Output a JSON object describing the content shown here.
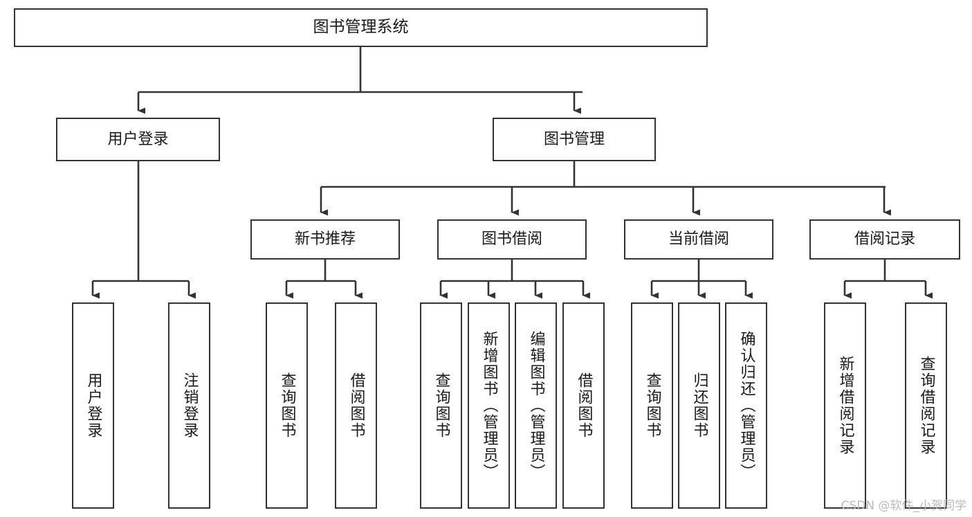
{
  "diagram": {
    "type": "hierarchy-tree",
    "title": "图书管理系统",
    "stroke_color": "#333333",
    "fill_color": "#ffffff",
    "text_color": "#1a1a1a",
    "root": {
      "id": "root",
      "label": "图书管理系统"
    },
    "level2": [
      {
        "id": "user-login",
        "label": "用户登录"
      },
      {
        "id": "book-management",
        "label": "图书管理"
      }
    ],
    "level3": [
      {
        "id": "new-book-recommend",
        "label": "新书推荐",
        "parent": "book-management"
      },
      {
        "id": "book-borrow",
        "label": "图书借阅",
        "parent": "book-management"
      },
      {
        "id": "current-borrow",
        "label": "当前借阅",
        "parent": "book-management"
      },
      {
        "id": "borrow-record",
        "label": "借阅记录",
        "parent": "book-management"
      }
    ],
    "leaves": [
      {
        "id": "leaf-user-login",
        "label": "用户登录",
        "parent": "user-login"
      },
      {
        "id": "leaf-logout",
        "label": "注销登录",
        "parent": "user-login"
      },
      {
        "id": "leaf-query-book-1",
        "label": "查询图书",
        "parent": "new-book-recommend"
      },
      {
        "id": "leaf-borrow-book-1",
        "label": "借阅图书",
        "parent": "new-book-recommend"
      },
      {
        "id": "leaf-query-book-2",
        "label": "查询图书",
        "parent": "book-borrow"
      },
      {
        "id": "leaf-add-book",
        "label": "新增图书（管理员）",
        "parent": "book-borrow"
      },
      {
        "id": "leaf-edit-book",
        "label": "编辑图书（管理员）",
        "parent": "book-borrow"
      },
      {
        "id": "leaf-borrow-book-2",
        "label": "借阅图书",
        "parent": "book-borrow"
      },
      {
        "id": "leaf-query-book-3",
        "label": "查询图书",
        "parent": "current-borrow"
      },
      {
        "id": "leaf-return-book",
        "label": "归还图书",
        "parent": "current-borrow"
      },
      {
        "id": "leaf-confirm-return",
        "label": "确认归还（管理员）",
        "parent": "current-borrow"
      },
      {
        "id": "leaf-add-record",
        "label": "新增借阅记录",
        "parent": "borrow-record"
      },
      {
        "id": "leaf-query-record",
        "label": "查询借阅记录",
        "parent": "borrow-record"
      }
    ]
  },
  "watermark": {
    "text": "CSDN @软件_小贺同学"
  }
}
